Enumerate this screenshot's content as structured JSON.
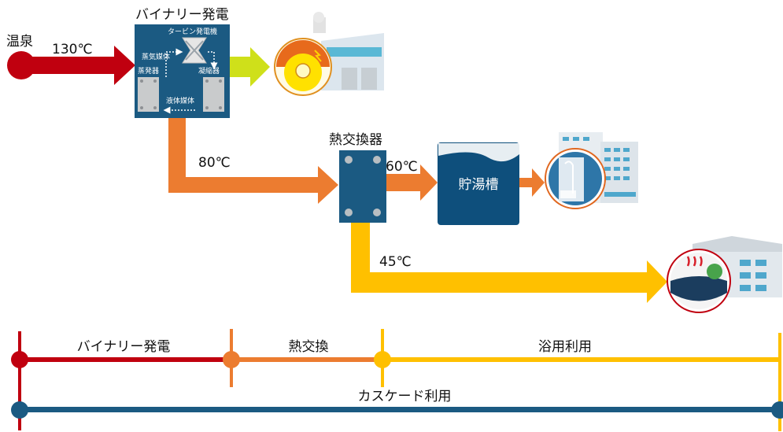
{
  "spring": {
    "label": "温泉",
    "temp": "130℃"
  },
  "binary": {
    "title": "バイナリー発電",
    "turbine": "タービン発電機",
    "vapor": "蒸気媒体",
    "evaporator": "蒸発器",
    "condenser": "凝縮器",
    "liquid": "液体媒体"
  },
  "heat_exchanger": {
    "title": "熱交換器"
  },
  "temps": {
    "t80": "80℃",
    "t60": "60℃",
    "t45": "45℃"
  },
  "tank": {
    "label": "貯湯槽"
  },
  "timeline": {
    "binary": "バイナリー発電",
    "exchange": "熱交換",
    "bath": "浴用利用",
    "cascade": "カスケード利用"
  },
  "colors": {
    "red": "#c0000f",
    "orange": "#ec7c30",
    "yellow": "#ffc000",
    "lime": "#cfe01a",
    "navy": "#1b5a82",
    "dark": "#0e4f7c"
  }
}
